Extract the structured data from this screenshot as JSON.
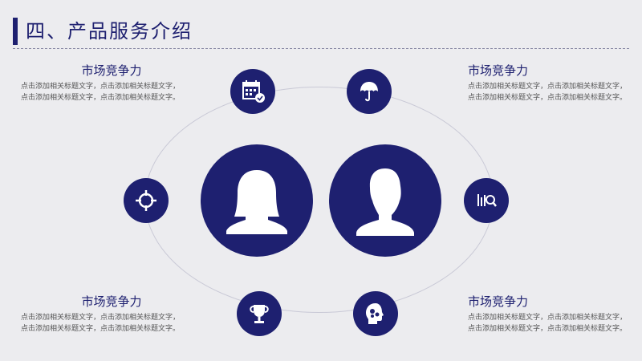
{
  "slide": {
    "title": "四、产品服务介绍"
  },
  "blocks": [
    {
      "heading": "市场竞争力",
      "text": "点击添加相关标题文字，点击添加相关标题文字，点击添加相关标题文字，点击添加相关标题文字。"
    },
    {
      "heading": "市场竞争力",
      "text": "点击添加相关标题文字，点击添加相关标题文字，点击添加相关标题文字，点击添加相关标题文字。"
    },
    {
      "heading": "市场竞争力",
      "text": "点击添加相关标题文字，点击添加相关标题文字，点击添加相关标题文字，点击添加相关标题文字。"
    },
    {
      "heading": "市场竞争力",
      "text": "点击添加相关标题文字，点击添加相关标题文字，点击添加相关标题文字，点击添加相关标题文字。"
    }
  ],
  "icons": [
    "calendar-check-icon",
    "umbrella-icon",
    "crosshair-icon",
    "analytics-magnifier-icon",
    "trophy-icon",
    "brain-gears-icon",
    "female-user-icon",
    "male-user-icon"
  ],
  "colors": {
    "accent": "#1e2070",
    "background": "#ececef",
    "body_text": "#555555"
  }
}
